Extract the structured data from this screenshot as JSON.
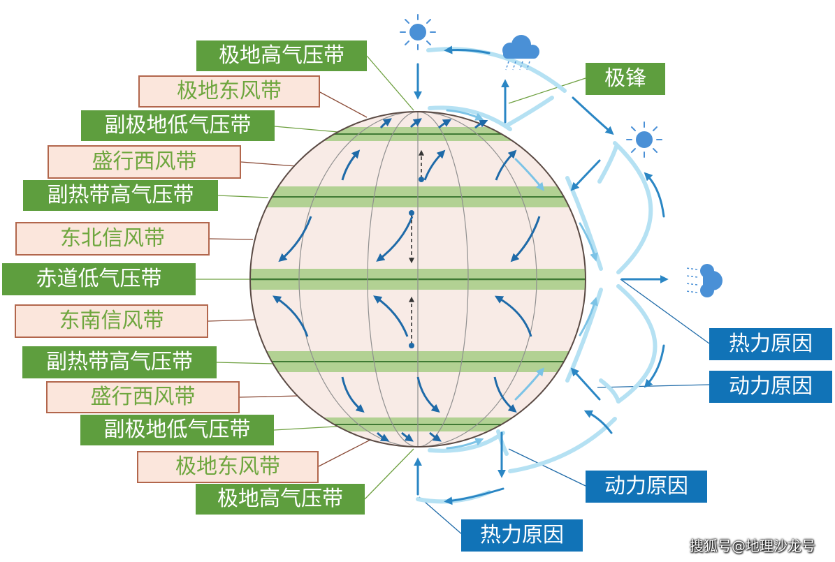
{
  "left_labels": [
    {
      "id": "polar-high-n",
      "text": "极地高气压带",
      "kind": "pressure"
    },
    {
      "id": "polar-easterly-n",
      "text": "极地东风带",
      "kind": "wind"
    },
    {
      "id": "subpolar-low-n",
      "text": "副极地低气压带",
      "kind": "pressure"
    },
    {
      "id": "westerly-n",
      "text": "盛行西风带",
      "kind": "wind"
    },
    {
      "id": "subtropical-high-n",
      "text": "副热带高气压带",
      "kind": "pressure"
    },
    {
      "id": "ne-trade",
      "text": "东北信风带",
      "kind": "wind"
    },
    {
      "id": "equatorial-low",
      "text": "赤道低气压带",
      "kind": "pressure"
    },
    {
      "id": "se-trade",
      "text": "东南信风带",
      "kind": "wind"
    },
    {
      "id": "subtropical-high-s",
      "text": "副热带高气压带",
      "kind": "pressure"
    },
    {
      "id": "westerly-s",
      "text": "盛行西风带",
      "kind": "wind"
    },
    {
      "id": "subpolar-low-s",
      "text": "副极地低气压带",
      "kind": "pressure"
    },
    {
      "id": "polar-easterly-s",
      "text": "极地东风带",
      "kind": "wind"
    },
    {
      "id": "polar-high-s",
      "text": "极地高气压带",
      "kind": "pressure"
    }
  ],
  "right_labels": [
    {
      "id": "polar-front",
      "text": "极锋"
    },
    {
      "id": "thermal-cause-1",
      "text": "热力原因"
    },
    {
      "id": "dynamic-cause-1",
      "text": "动力原因"
    },
    {
      "id": "dynamic-cause-2",
      "text": "动力原因"
    },
    {
      "id": "thermal-cause-2",
      "text": "热力原因"
    }
  ],
  "weather_icons": [
    "sun-icon",
    "cloud-rain-icon",
    "sun-icon",
    "cloud-rain-icon"
  ],
  "colors": {
    "pressure_label_bg": "#5e9e3e",
    "wind_label_bg": "#fbe6dc",
    "wind_label_text": "#6ea63e",
    "wind_label_border": "#b2664c",
    "cause_label_bg": "#1173b7",
    "globe_fill": "#f8ebe6",
    "pressure_band": "#b2d193",
    "circulation_light": "#b5e1f3",
    "circulation_dark": "#2a86c4",
    "wind_arrow": "#1e6aa8"
  },
  "watermark": "搜狐号@地理沙龙号"
}
